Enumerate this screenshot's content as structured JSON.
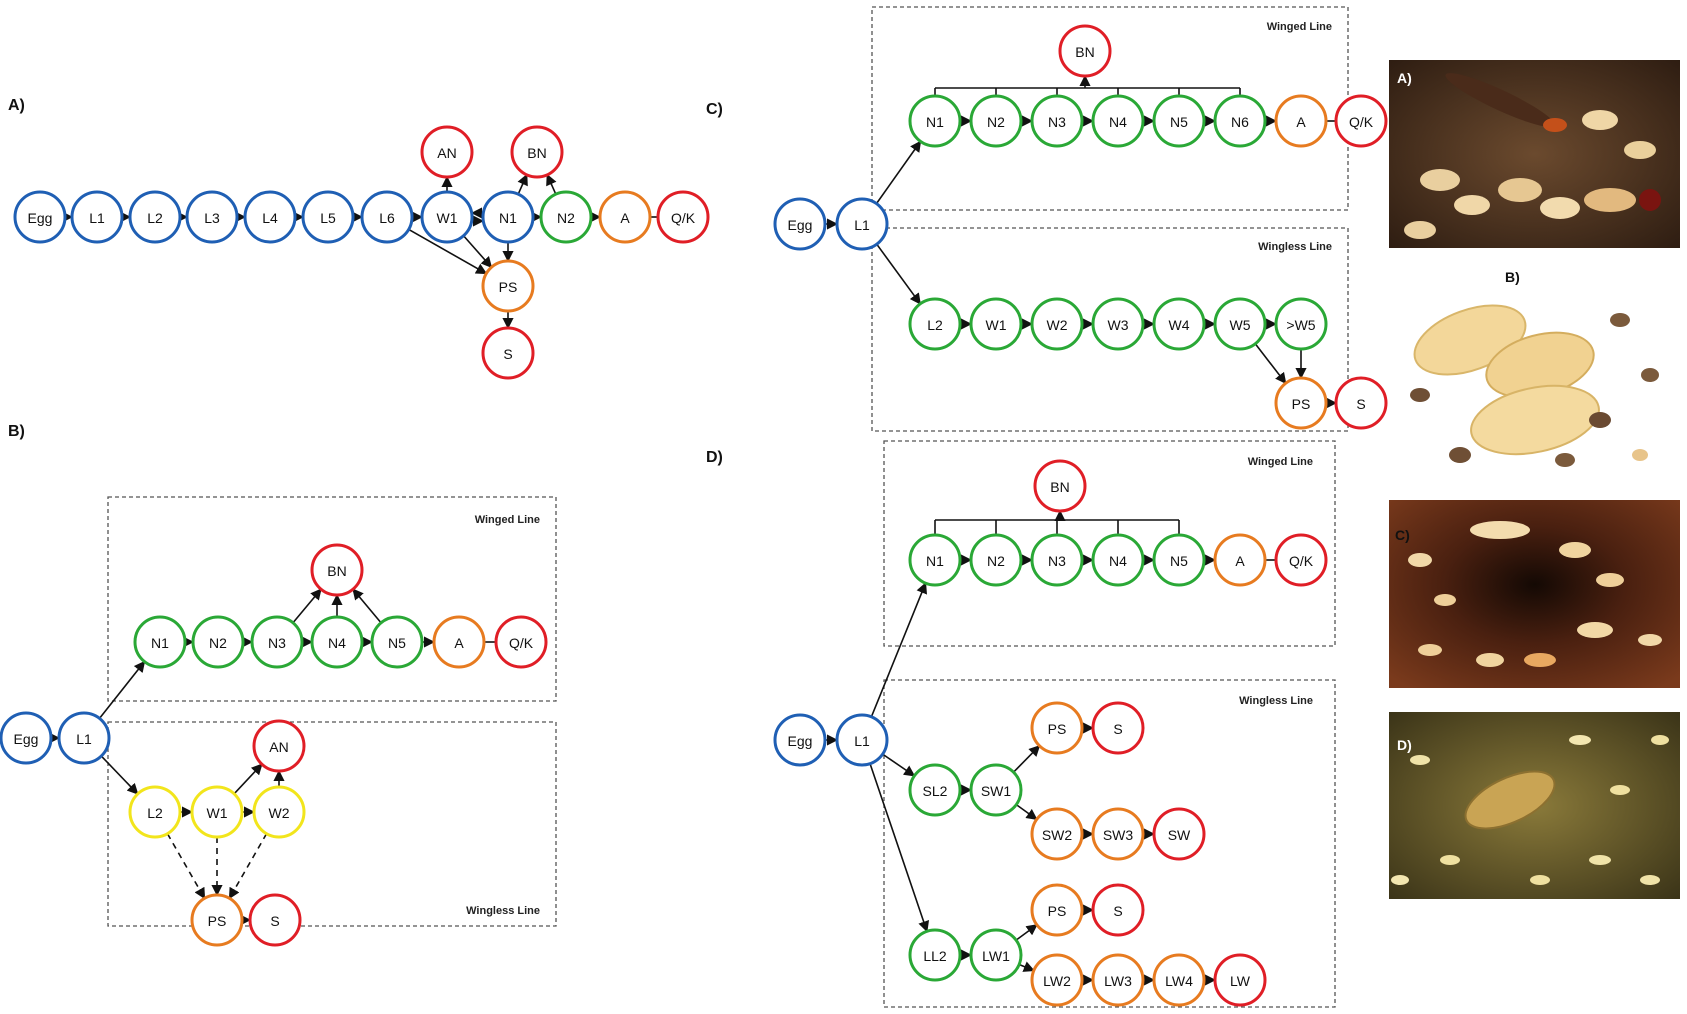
{
  "colors": {
    "blue": "#1f5fb4",
    "green": "#2aa836",
    "orange": "#e77b20",
    "red": "#e01e26",
    "yellow": "#f2e51c"
  },
  "panels": [
    {
      "id": "A",
      "label": "A)",
      "boxes": [],
      "nodes": [
        {
          "id": "egg",
          "text": "Egg",
          "color": "blue"
        },
        {
          "id": "l1",
          "text": "L1",
          "color": "blue"
        },
        {
          "id": "l2",
          "text": "L2",
          "color": "blue"
        },
        {
          "id": "l3",
          "text": "L3",
          "color": "blue"
        },
        {
          "id": "l4",
          "text": "L4",
          "color": "blue"
        },
        {
          "id": "l5",
          "text": "L5",
          "color": "blue"
        },
        {
          "id": "l6",
          "text": "L6",
          "color": "blue"
        },
        {
          "id": "w1",
          "text": "W1",
          "color": "blue"
        },
        {
          "id": "an",
          "text": "AN",
          "color": "red"
        },
        {
          "id": "n1",
          "text": "N1",
          "color": "blue"
        },
        {
          "id": "bn",
          "text": "BN",
          "color": "red"
        },
        {
          "id": "n2",
          "text": "N2",
          "color": "green"
        },
        {
          "id": "a",
          "text": "A",
          "color": "orange"
        },
        {
          "id": "qk",
          "text": "Q/K",
          "color": "red"
        },
        {
          "id": "ps",
          "text": "PS",
          "color": "orange"
        },
        {
          "id": "s",
          "text": "S",
          "color": "red"
        }
      ],
      "edges": [
        [
          "egg",
          "l1"
        ],
        [
          "l1",
          "l2"
        ],
        [
          "l2",
          "l3"
        ],
        [
          "l3",
          "l4"
        ],
        [
          "l4",
          "l5"
        ],
        [
          "l5",
          "l6"
        ],
        [
          "l6",
          "w1"
        ],
        [
          "w1",
          "an"
        ],
        [
          "w1",
          "n1"
        ],
        [
          "n1",
          "w1"
        ],
        [
          "n1",
          "bn"
        ],
        [
          "n1",
          "n2"
        ],
        [
          "n2",
          "bn"
        ],
        [
          "n2",
          "a"
        ],
        [
          "a",
          "qk",
          "line"
        ],
        [
          "l6",
          "ps"
        ],
        [
          "w1",
          "ps"
        ],
        [
          "n1",
          "ps"
        ],
        [
          "ps",
          "s"
        ]
      ]
    },
    {
      "id": "B",
      "label": "B)",
      "boxes": [
        {
          "id": "winged",
          "text": "Winged Line"
        },
        {
          "id": "wingless",
          "text": "Wingless Line"
        }
      ],
      "nodes": [
        {
          "id": "egg",
          "text": "Egg",
          "color": "blue"
        },
        {
          "id": "l1",
          "text": "L1",
          "color": "blue"
        },
        {
          "id": "n1",
          "text": "N1",
          "color": "green"
        },
        {
          "id": "n2",
          "text": "N2",
          "color": "green"
        },
        {
          "id": "n3",
          "text": "N3",
          "color": "green"
        },
        {
          "id": "n4",
          "text": "N4",
          "color": "green"
        },
        {
          "id": "n5",
          "text": "N5",
          "color": "green"
        },
        {
          "id": "a",
          "text": "A",
          "color": "orange"
        },
        {
          "id": "qk",
          "text": "Q/K",
          "color": "red"
        },
        {
          "id": "bn",
          "text": "BN",
          "color": "red"
        },
        {
          "id": "l2",
          "text": "L2",
          "color": "yellow"
        },
        {
          "id": "w1",
          "text": "W1",
          "color": "yellow"
        },
        {
          "id": "w2",
          "text": "W2",
          "color": "yellow"
        },
        {
          "id": "an",
          "text": "AN",
          "color": "red"
        },
        {
          "id": "ps",
          "text": "PS",
          "color": "orange"
        },
        {
          "id": "s",
          "text": "S",
          "color": "red"
        }
      ],
      "edges": [
        [
          "egg",
          "l1"
        ],
        [
          "l1",
          "n1"
        ],
        [
          "l1",
          "l2"
        ],
        [
          "n1",
          "n2"
        ],
        [
          "n2",
          "n3"
        ],
        [
          "n3",
          "n4"
        ],
        [
          "n4",
          "n5"
        ],
        [
          "n5",
          "a"
        ],
        [
          "a",
          "qk",
          "line"
        ],
        [
          "n3",
          "bn"
        ],
        [
          "n4",
          "bn"
        ],
        [
          "n5",
          "bn"
        ],
        [
          "l2",
          "w1"
        ],
        [
          "w1",
          "w2"
        ],
        [
          "w1",
          "an"
        ],
        [
          "w2",
          "an"
        ],
        [
          "l2",
          "ps",
          "dashed"
        ],
        [
          "w1",
          "ps",
          "dashed"
        ],
        [
          "w2",
          "ps",
          "dashed"
        ],
        [
          "ps",
          "s"
        ]
      ]
    },
    {
      "id": "C",
      "label": "C)",
      "boxes": [
        {
          "id": "winged",
          "text": "Winged Line"
        },
        {
          "id": "wingless",
          "text": "Wingless Line"
        }
      ],
      "nodes": [
        {
          "id": "egg",
          "text": "Egg",
          "color": "blue"
        },
        {
          "id": "l1",
          "text": "L1",
          "color": "blue"
        },
        {
          "id": "bn",
          "text": "BN",
          "color": "red"
        },
        {
          "id": "n1",
          "text": "N1",
          "color": "green"
        },
        {
          "id": "n2",
          "text": "N2",
          "color": "green"
        },
        {
          "id": "n3",
          "text": "N3",
          "color": "green"
        },
        {
          "id": "n4",
          "text": "N4",
          "color": "green"
        },
        {
          "id": "n5",
          "text": "N5",
          "color": "green"
        },
        {
          "id": "n6",
          "text": "N6",
          "color": "green"
        },
        {
          "id": "a",
          "text": "A",
          "color": "orange"
        },
        {
          "id": "qk",
          "text": "Q/K",
          "color": "red"
        },
        {
          "id": "l2",
          "text": "L2",
          "color": "green"
        },
        {
          "id": "w1",
          "text": "W1",
          "color": "green"
        },
        {
          "id": "w2",
          "text": "W2",
          "color": "green"
        },
        {
          "id": "w3",
          "text": "W3",
          "color": "green"
        },
        {
          "id": "w4",
          "text": "W4",
          "color": "green"
        },
        {
          "id": "w5",
          "text": "W5",
          "color": "green"
        },
        {
          "id": "gw5",
          "text": ">W5",
          "color": "green"
        },
        {
          "id": "ps",
          "text": "PS",
          "color": "orange"
        },
        {
          "id": "s",
          "text": "S",
          "color": "red"
        }
      ],
      "edges": [
        [
          "egg",
          "l1"
        ],
        [
          "l1",
          "n1"
        ],
        [
          "l1",
          "l2"
        ],
        [
          "n1",
          "n2"
        ],
        [
          "n2",
          "n3"
        ],
        [
          "n3",
          "n4"
        ],
        [
          "n4",
          "n5"
        ],
        [
          "n5",
          "n6"
        ],
        [
          "n6",
          "a"
        ],
        [
          "a",
          "qk",
          "line"
        ],
        [
          "l2",
          "w1"
        ],
        [
          "w1",
          "w2"
        ],
        [
          "w2",
          "w3"
        ],
        [
          "w3",
          "w4"
        ],
        [
          "w4",
          "w5"
        ],
        [
          "w5",
          "gw5"
        ],
        [
          "w5",
          "ps"
        ],
        [
          "gw5",
          "ps"
        ],
        [
          "ps",
          "s"
        ]
      ],
      "brackets": [
        {
          "from": [
            "n1",
            "n2",
            "n3",
            "n4",
            "n5",
            "n6"
          ],
          "to": "bn"
        }
      ]
    },
    {
      "id": "D",
      "label": "D)",
      "boxes": [
        {
          "id": "winged",
          "text": "Winged Line"
        },
        {
          "id": "wingless",
          "text": "Wingless Line"
        }
      ],
      "nodes": [
        {
          "id": "egg",
          "text": "Egg",
          "color": "blue"
        },
        {
          "id": "l1",
          "text": "L1",
          "color": "blue"
        },
        {
          "id": "bn",
          "text": "BN",
          "color": "red"
        },
        {
          "id": "n1",
          "text": "N1",
          "color": "green"
        },
        {
          "id": "n2",
          "text": "N2",
          "color": "green"
        },
        {
          "id": "n3",
          "text": "N3",
          "color": "green"
        },
        {
          "id": "n4",
          "text": "N4",
          "color": "green"
        },
        {
          "id": "n5",
          "text": "N5",
          "color": "green"
        },
        {
          "id": "a",
          "text": "A",
          "color": "orange"
        },
        {
          "id": "qk",
          "text": "Q/K",
          "color": "red"
        },
        {
          "id": "sl2",
          "text": "SL2",
          "color": "green"
        },
        {
          "id": "sw1",
          "text": "SW1",
          "color": "green"
        },
        {
          "id": "ps1",
          "text": "PS",
          "color": "orange"
        },
        {
          "id": "s1",
          "text": "S",
          "color": "red"
        },
        {
          "id": "sw2",
          "text": "SW2",
          "color": "orange"
        },
        {
          "id": "sw3",
          "text": "SW3",
          "color": "orange"
        },
        {
          "id": "sw",
          "text": "SW",
          "color": "red"
        },
        {
          "id": "ll2",
          "text": "LL2",
          "color": "green"
        },
        {
          "id": "lw1",
          "text": "LW1",
          "color": "green"
        },
        {
          "id": "ps2",
          "text": "PS",
          "color": "orange"
        },
        {
          "id": "s2",
          "text": "S",
          "color": "red"
        },
        {
          "id": "lw2",
          "text": "LW2",
          "color": "orange"
        },
        {
          "id": "lw3",
          "text": "LW3",
          "color": "orange"
        },
        {
          "id": "lw4",
          "text": "LW4",
          "color": "orange"
        },
        {
          "id": "lw",
          "text": "LW",
          "color": "red"
        }
      ],
      "edges": [
        [
          "egg",
          "l1"
        ],
        [
          "l1",
          "n1"
        ],
        [
          "l1",
          "sl2"
        ],
        [
          "l1",
          "ll2"
        ],
        [
          "n1",
          "n2"
        ],
        [
          "n2",
          "n3"
        ],
        [
          "n3",
          "n4"
        ],
        [
          "n4",
          "n5"
        ],
        [
          "n5",
          "a"
        ],
        [
          "a",
          "qk",
          "line"
        ],
        [
          "sl2",
          "sw1"
        ],
        [
          "sw1",
          "ps1"
        ],
        [
          "ps1",
          "s1"
        ],
        [
          "sw1",
          "sw2"
        ],
        [
          "sw2",
          "sw3"
        ],
        [
          "sw3",
          "sw"
        ],
        [
          "ll2",
          "lw1"
        ],
        [
          "lw1",
          "ps2"
        ],
        [
          "ps2",
          "s2"
        ],
        [
          "lw1",
          "lw2"
        ],
        [
          "lw2",
          "lw3"
        ],
        [
          "lw3",
          "lw4"
        ],
        [
          "lw4",
          "lw"
        ]
      ],
      "brackets": [
        {
          "from": [
            "n1",
            "n2",
            "n3",
            "n4",
            "n5"
          ],
          "to": "bn"
        }
      ]
    }
  ],
  "photos": [
    {
      "label": "A)",
      "subject": "winged-alate-termite-colony"
    },
    {
      "label": "B)",
      "subject": "physogastric-termite-queens"
    },
    {
      "label": "C)",
      "subject": "termite-nest-gallery"
    },
    {
      "label": "D)",
      "subject": "termite-queen-among-workers"
    }
  ]
}
